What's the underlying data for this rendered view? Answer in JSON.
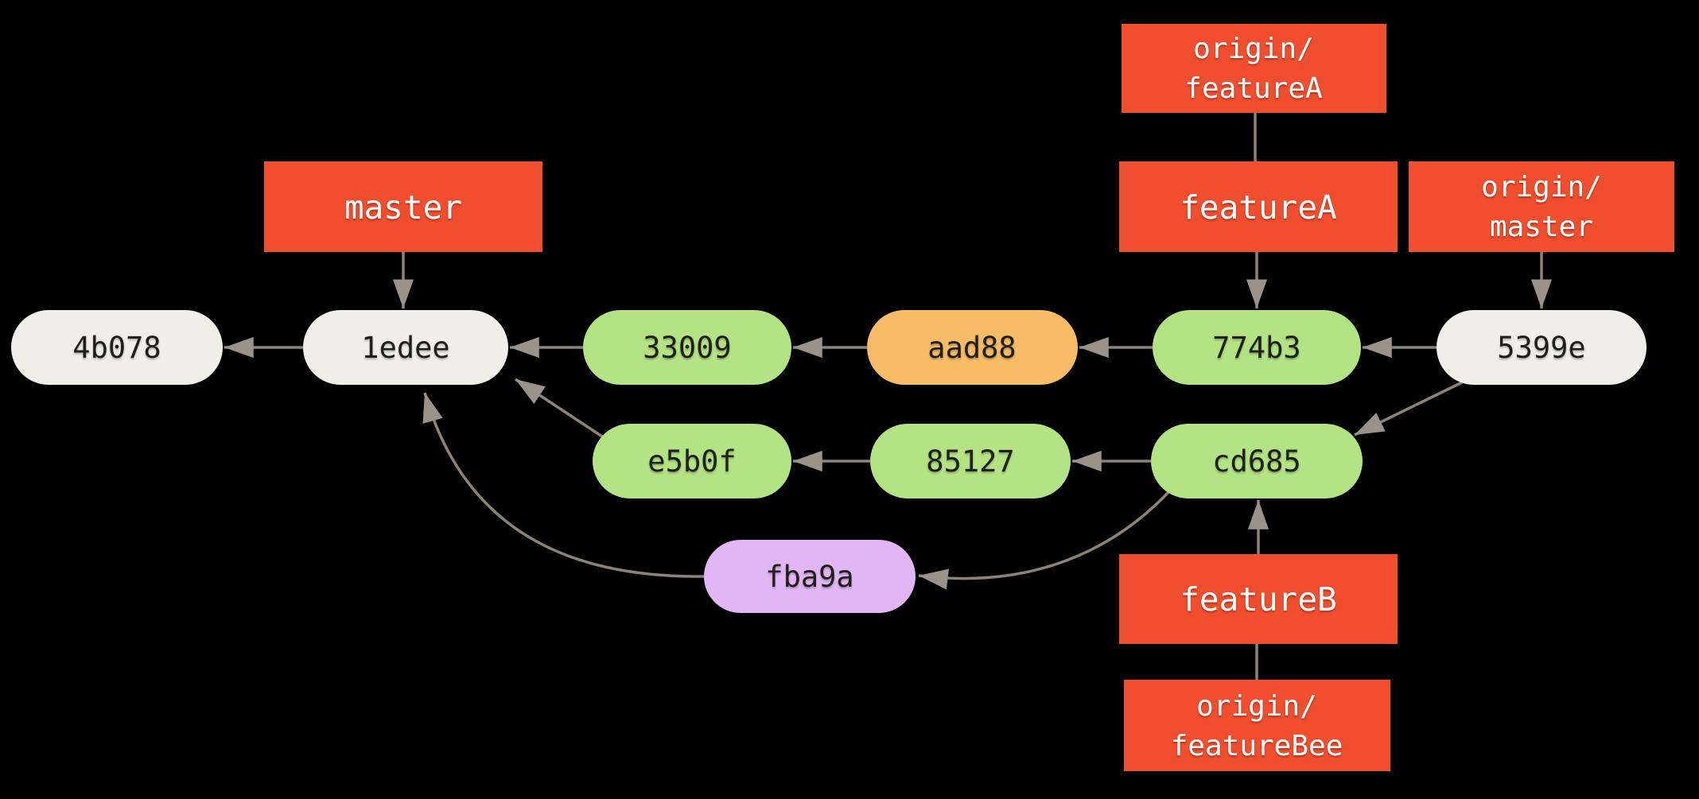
{
  "palette": {
    "background": "#000000",
    "branch_red": "#f04e2e",
    "commit_green": "#b4e384",
    "commit_orange": "#f8bb66",
    "commit_purple": "#e0b6f5",
    "commit_cream": "#f0efe7",
    "edge_gray": "#8b8278",
    "arrowhead_gray": "#9b9289",
    "commit_text": "#20201b",
    "branch_text": "#ffffff"
  },
  "diagram": {
    "type": "git-commit-graph",
    "commits": [
      {
        "id": "4b078",
        "color": "cream"
      },
      {
        "id": "1edee",
        "color": "cream"
      },
      {
        "id": "33009",
        "color": "green"
      },
      {
        "id": "aad88",
        "color": "orange"
      },
      {
        "id": "774b3",
        "color": "green"
      },
      {
        "id": "5399e",
        "color": "cream"
      },
      {
        "id": "e5b0f",
        "color": "green"
      },
      {
        "id": "85127",
        "color": "green"
      },
      {
        "id": "cd685",
        "color": "green"
      },
      {
        "id": "fba9a",
        "color": "purple"
      }
    ],
    "branch_labels": [
      {
        "name": "master",
        "lines": [
          "master"
        ]
      },
      {
        "name": "origin/featureA",
        "lines": [
          "origin/",
          "featureA"
        ]
      },
      {
        "name": "featureA",
        "lines": [
          "featureA"
        ]
      },
      {
        "name": "origin/master",
        "lines": [
          "origin/",
          "master"
        ]
      },
      {
        "name": "featureB",
        "lines": [
          "featureB"
        ]
      },
      {
        "name": "origin/featureBee",
        "lines": [
          "origin/",
          "featureBee"
        ]
      }
    ],
    "edges": [
      {
        "from": "1edee",
        "to": "4b078",
        "kind": "parent"
      },
      {
        "from": "33009",
        "to": "1edee",
        "kind": "parent"
      },
      {
        "from": "aad88",
        "to": "33009",
        "kind": "parent"
      },
      {
        "from": "774b3",
        "to": "aad88",
        "kind": "parent"
      },
      {
        "from": "5399e",
        "to": "774b3",
        "kind": "parent"
      },
      {
        "from": "5399e",
        "to": "cd685",
        "kind": "parent"
      },
      {
        "from": "e5b0f",
        "to": "1edee",
        "kind": "parent"
      },
      {
        "from": "85127",
        "to": "e5b0f",
        "kind": "parent"
      },
      {
        "from": "cd685",
        "to": "85127",
        "kind": "parent"
      },
      {
        "from": "cd685",
        "to": "fba9a",
        "kind": "parent"
      },
      {
        "from": "fba9a",
        "to": "1edee",
        "kind": "parent"
      },
      {
        "from": "master",
        "to": "1edee",
        "kind": "branch-pointer"
      },
      {
        "from": "featureA",
        "to": "774b3",
        "kind": "branch-pointer"
      },
      {
        "from": "origin/master",
        "to": "5399e",
        "kind": "branch-pointer"
      },
      {
        "from": "featureB",
        "to": "cd685",
        "kind": "branch-pointer"
      },
      {
        "from": "origin/featureA",
        "to": "featureA",
        "kind": "label-link"
      },
      {
        "from": "origin/featureBee",
        "to": "featureB",
        "kind": "label-link"
      }
    ]
  }
}
